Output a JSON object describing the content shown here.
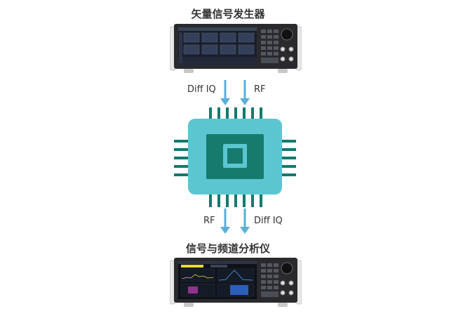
{
  "diagram": {
    "top_instrument": {
      "title": "矢量信号发生器"
    },
    "bottom_instrument": {
      "title": "信号与频道分析仪"
    },
    "input_arrows": {
      "left_label": "Diff IQ",
      "right_label": "RF"
    },
    "output_arrows": {
      "left_label": "RF",
      "right_label": "Diff IQ"
    },
    "colors": {
      "arrow": "#5aaed8",
      "chip_outer": "#5bc6d0",
      "chip_inner": "#167a6d",
      "chip_core": "#5bc6d0",
      "pin": "#137a6c",
      "title_text": "#333333"
    }
  }
}
